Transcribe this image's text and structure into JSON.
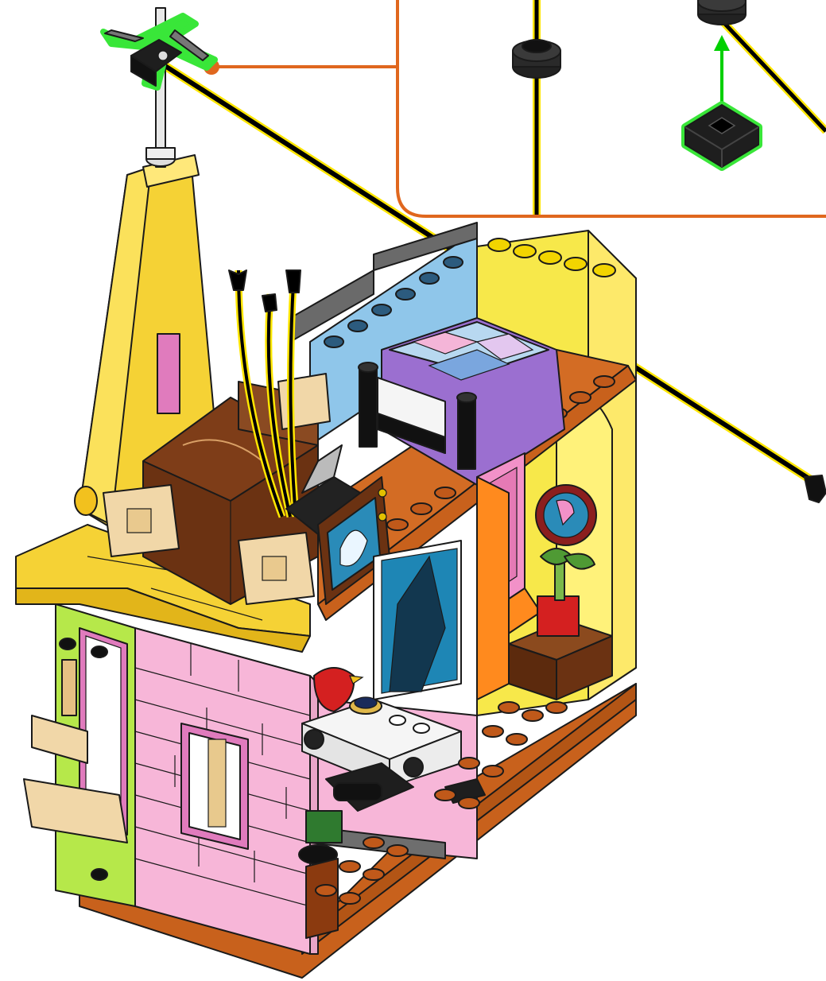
{
  "instruction": {
    "type": "lego-building-step",
    "callout": {
      "border_color": "#e0671e",
      "parts": [
        "string-with-studs",
        "black-technic-connector",
        "black-square-clip"
      ]
    },
    "highlight_color": "#39e639",
    "string_colors": {
      "core": "#000000",
      "edge": "#ffe600"
    },
    "arrow_color": "#00d000"
  }
}
